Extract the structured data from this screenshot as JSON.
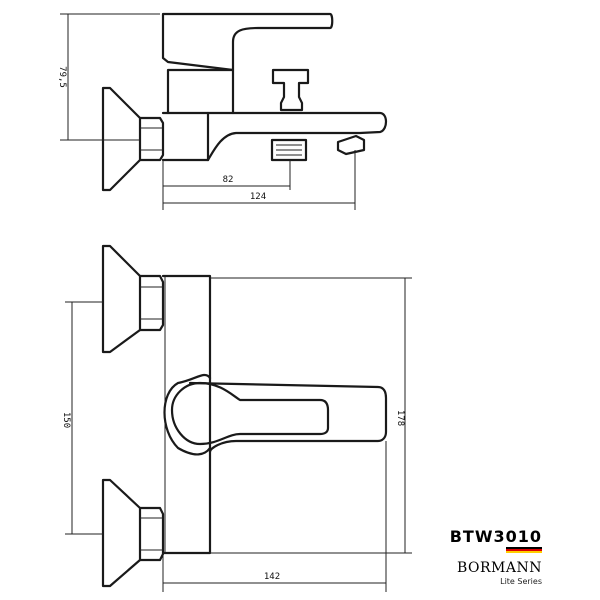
{
  "dimensions": {
    "height_top": "79,5",
    "projection_short": "82",
    "projection_long": "124",
    "centers": "150",
    "total_height": "178",
    "total_width": "142"
  },
  "brand": {
    "model": "BTW3010",
    "name": "BORMANN",
    "series": "Lite Series",
    "flag_colors": [
      "#000000",
      "#dd0000",
      "#ffce00"
    ]
  }
}
